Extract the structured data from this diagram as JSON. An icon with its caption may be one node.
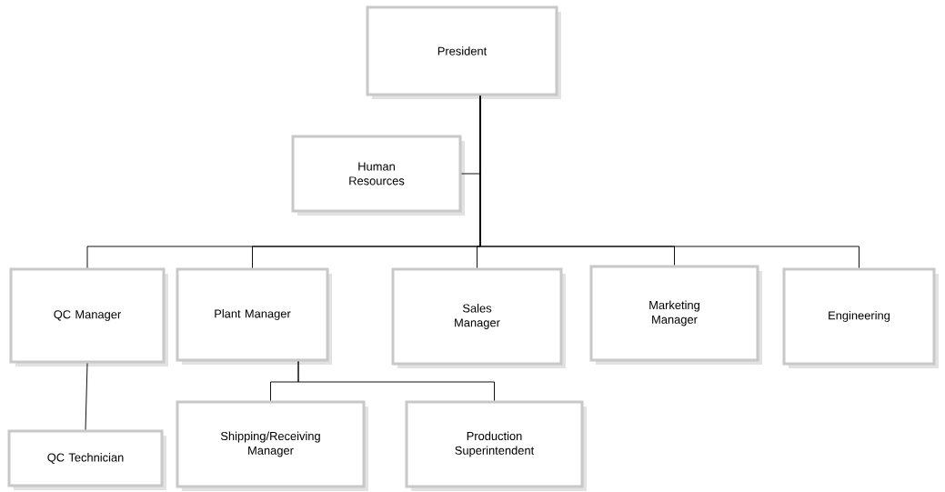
{
  "diagram": {
    "nodes": [
      {
        "text": [
          "President"
        ]
      },
      {
        "text": [
          "Human Resources"
        ]
      },
      {
        "text": [
          "QC Manager"
        ]
      },
      {
        "text": [
          "Plant Manager"
        ]
      },
      {
        "text": [
          "Sales Manager"
        ]
      },
      {
        "text": [
          "Marketing Manager"
        ]
      },
      {
        "text": [
          "Engineering"
        ]
      },
      {
        "text": [
          "QC Technician"
        ]
      },
      {
        "text": [
          "Shipping/Receiving Manager"
        ]
      },
      {
        "text": [
          "Production Superintendent"
        ]
      }
    ],
    "edges": [
      {
        "from": 0,
        "to": 1,
        "arrow": "none"
      },
      {
        "from": 0,
        "to": 2,
        "arrow": "none"
      },
      {
        "from": 0,
        "to": 3,
        "arrow": "none"
      },
      {
        "from": 0,
        "to": 4,
        "arrow": "none"
      },
      {
        "from": 0,
        "to": 5,
        "arrow": "none"
      },
      {
        "from": 0,
        "to": 6,
        "arrow": "none"
      },
      {
        "from": 2,
        "to": 7,
        "arrow": "none"
      },
      {
        "from": 3,
        "to": 8,
        "arrow": "none"
      },
      {
        "from": 3,
        "to": 9,
        "arrow": "none"
      }
    ]
  }
}
